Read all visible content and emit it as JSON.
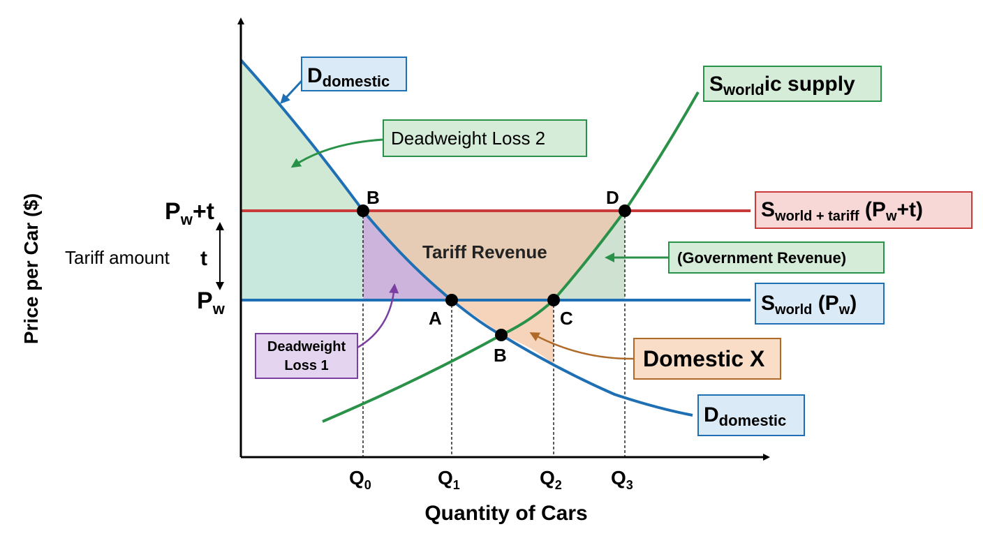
{
  "axes": {
    "y_title": "Price per Car ($)",
    "x_title": "Quantity of Cars",
    "price_tariff": {
      "main": "P",
      "sub": "w",
      "tail": "+t"
    },
    "price_world": {
      "main": "P",
      "sub": "w"
    },
    "tariff_amount": {
      "label": "Tariff amount",
      "symbol": "t"
    },
    "q_ticks": [
      {
        "main": "Q",
        "sub": "0"
      },
      {
        "main": "Q",
        "sub": "1"
      },
      {
        "main": "Q",
        "sub": "2"
      },
      {
        "main": "Q",
        "sub": "3"
      }
    ]
  },
  "labels": {
    "d_top": {
      "main": "D",
      "sub": "domestic"
    },
    "d_bottom": {
      "main": "D",
      "sub": "domestic"
    },
    "s_domestic": {
      "main": "S",
      "sub": "world",
      "tail": "ic supply"
    },
    "s_tariff": {
      "main": "S",
      "sub": "world + tariff",
      "tail": " (P",
      "sub2": "w",
      "tail2": "+t)"
    },
    "s_world": {
      "main": "S",
      "sub": "world",
      "tail": " (P",
      "sub2": "w",
      "tail2": ")"
    },
    "dwl2": "Deadweight Loss 2",
    "dwl1_line1": "Deadweight",
    "dwl1_line2": "Loss 1",
    "tariff_revenue": "Tariff Revenue",
    "gov_revenue": "(Government Revenue)",
    "domestic_x": "Domestic X"
  },
  "points": {
    "b_upper": "B",
    "d_point": "D",
    "a_point": "A",
    "c_point": "C",
    "b_lower": "B"
  },
  "colors": {
    "demand": "#1f6fb4",
    "supply": "#2a9248",
    "tariff_line": "#c93a3a",
    "world_line": "#1f6fb4",
    "green_fill": "#cfe9d4",
    "teal_fill": "#c8e8de",
    "purple_fill": "#cdb4dc",
    "tan_fill": "#e6ccb4",
    "orange_fill": "#f6d4bc"
  }
}
